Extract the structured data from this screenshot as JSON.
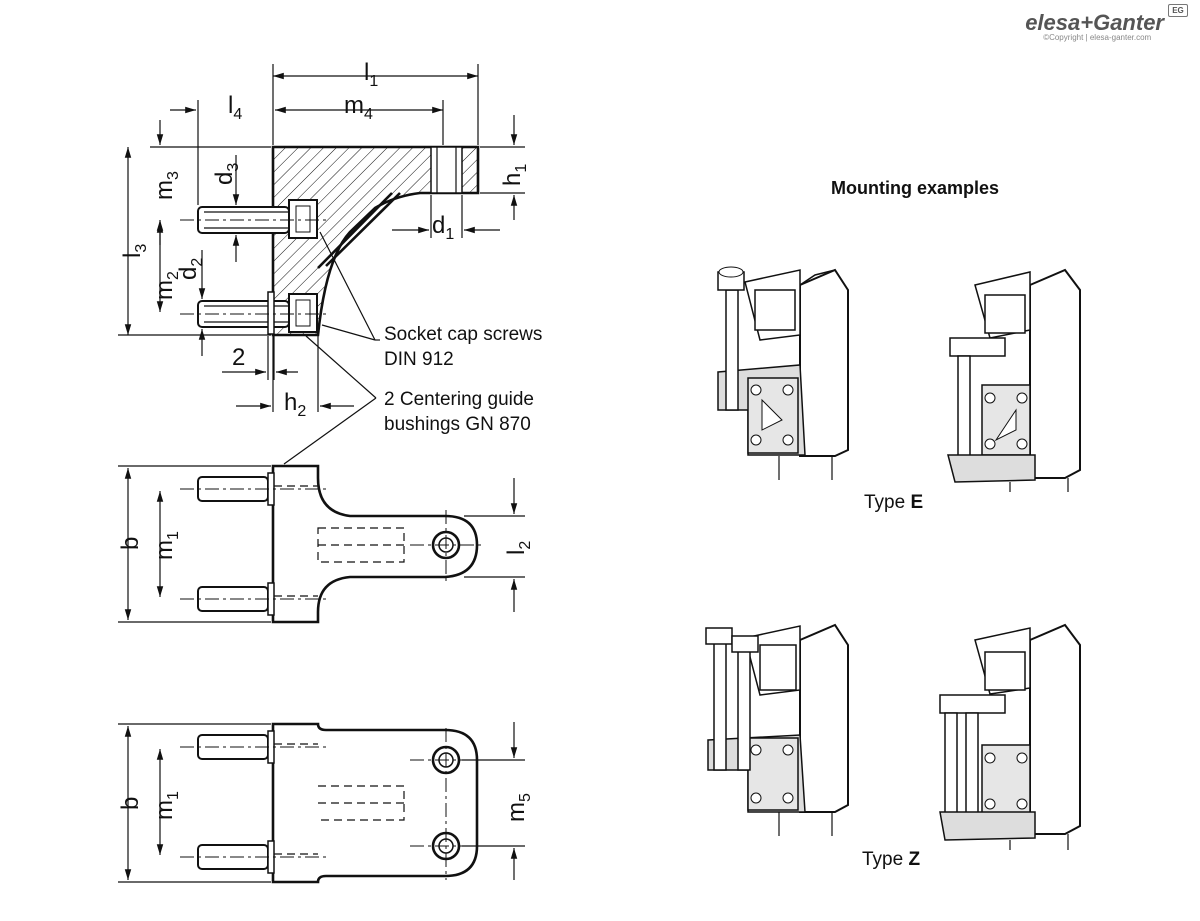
{
  "brand": {
    "name": "elesa+Ganter",
    "copyright": "©Copyright | elesa-ganter.com",
    "badge": "EG"
  },
  "labels": {
    "l1": "l",
    "l1_sub": "1",
    "l4": "l",
    "l4_sub": "4",
    "m4": "m",
    "m4_sub": "4",
    "m3": "m",
    "m3_sub": "3",
    "d3": "d",
    "d3_sub": "3",
    "h1": "h",
    "h1_sub": "1",
    "l3": "l",
    "l3_sub": "3",
    "m2": "m",
    "m2_sub": "2",
    "d2": "d",
    "d2_sub": "2",
    "d1": "d",
    "d1_sub": "1",
    "two": "2",
    "h2": "h",
    "h2_sub": "2",
    "b_top": "b",
    "m1_top": "m",
    "m1_top_sub": "1",
    "l2": "l",
    "l2_sub": "2",
    "b_bottom": "b",
    "m1_bottom": "m",
    "m1_bottom_sub": "1",
    "m5": "m",
    "m5_sub": "5"
  },
  "notes": {
    "screws_line1": "Socket cap screws",
    "screws_line2": "DIN 912",
    "bush_line1": "2 Centering guide",
    "bush_line2": "bushings GN 870"
  },
  "mounting": {
    "title": "Mounting examples",
    "type_e_prefix": "Type ",
    "type_e_letter": "E",
    "type_z_prefix": "Type ",
    "type_z_letter": "Z"
  }
}
